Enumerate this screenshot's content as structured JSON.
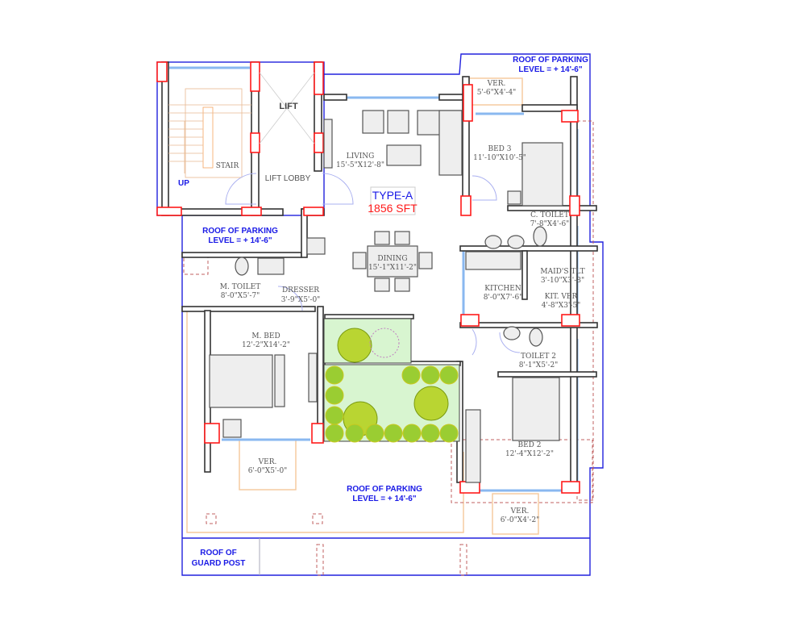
{
  "plan": {
    "type_label": "TYPE-A",
    "area_label": "1856 SFT",
    "colors": {
      "wall": "#333333",
      "column": "#ff1a1a",
      "boundary": "#2222dd",
      "window": "#8ab8f0",
      "garden": "#c8f0c0",
      "label_blue": "#1a1ae6",
      "label_red": "#ff1a1a"
    },
    "rooms": {
      "stair": {
        "name": "STAIR",
        "up": "UP"
      },
      "lift": {
        "name": "LIFT"
      },
      "lift_lobby": {
        "name": "LIFT LOBBY"
      },
      "living": {
        "name": "LIVING",
        "size": "15'-5\"X12'-8\""
      },
      "dining": {
        "name": "DINING",
        "size": "15'-1\"X11'-2\""
      },
      "m_toilet": {
        "name": "M. TOILET",
        "size": "8'-0\"X5'-7\""
      },
      "dresser": {
        "name": "DRESSER",
        "size": "3'-9\"X5'-0\""
      },
      "m_bed": {
        "name": "M. BED",
        "size": "12'-2\"X14'-2\""
      },
      "ver_mbed": {
        "name": "VER.",
        "size": "6'-0\"X5'-0\""
      },
      "ver_bed3": {
        "name": "VER.",
        "size": "5'-6\"X4'-4\""
      },
      "bed3": {
        "name": "BED 3",
        "size": "11'-10\"X10'-5\""
      },
      "c_toilet": {
        "name": "C. TOILET",
        "size": "7'-8\"X4'-6\""
      },
      "maids_tlt": {
        "name": "MAID'S TLT",
        "size": "3'-10\"X3'-8\""
      },
      "kitchen": {
        "name": "KITCHEN",
        "size": "8'-0\"X7'-6\""
      },
      "kit_ver": {
        "name": "KIT. VER",
        "size": "4'-8\"X3'-5\""
      },
      "toilet2": {
        "name": "TOILET 2",
        "size": "8'-1\"X5'-2\""
      },
      "bed2": {
        "name": "BED 2",
        "size": "12'-4\"X12'-2\""
      },
      "ver_bed2": {
        "name": "VER.",
        "size": "6'-0\"X4'-2\""
      }
    },
    "roof_labels": {
      "parking_left": {
        "line1": "ROOF OF PARKING",
        "line2": "LEVEL = + 14'-6\""
      },
      "parking_top_right": {
        "line1": "ROOF OF PARKING",
        "line2": "LEVEL = + 14'-6\""
      },
      "parking_bottom": {
        "line1": "ROOF OF PARKING",
        "line2": "LEVEL = + 14'-6\""
      },
      "guard_post": {
        "line1": "ROOF OF",
        "line2": "GUARD POST"
      }
    }
  }
}
